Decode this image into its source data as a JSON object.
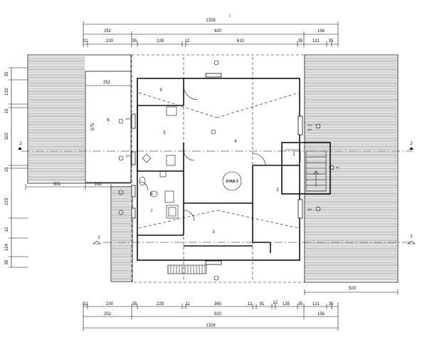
{
  "title_mark": "I",
  "top_dims": {
    "total": "1328",
    "row2": [
      "252",
      "920",
      "156"
    ],
    "row3": [
      "22",
      "230",
      "35",
      "228",
      "12",
      "610",
      "35",
      "121",
      "35"
    ]
  },
  "bottom_dims": {
    "total": "1328",
    "row2": [
      "252",
      "920",
      "156"
    ],
    "row3": [
      "22",
      "230",
      "35",
      "229",
      "11",
      "360",
      "12",
      "91",
      "12",
      "135",
      "35",
      "121",
      "35"
    ]
  },
  "left_dims": [
    "35",
    "133",
    "15",
    "322",
    "15",
    "223",
    "12",
    "124",
    "35"
  ],
  "misc_dims": {
    "d301": "301",
    "d142": "142",
    "d575": "575",
    "d252": "252",
    "d503": "503"
  },
  "rooms": [
    "1",
    "2",
    "3",
    "4",
    "5",
    "6",
    "7",
    "8",
    "9"
  ],
  "stan_label": "STAN 3",
  "section_marks": {
    "a": "1",
    "b": "2"
  },
  "window_tags": [
    "110",
    "110",
    "112",
    "120",
    "120",
    "60"
  ]
}
